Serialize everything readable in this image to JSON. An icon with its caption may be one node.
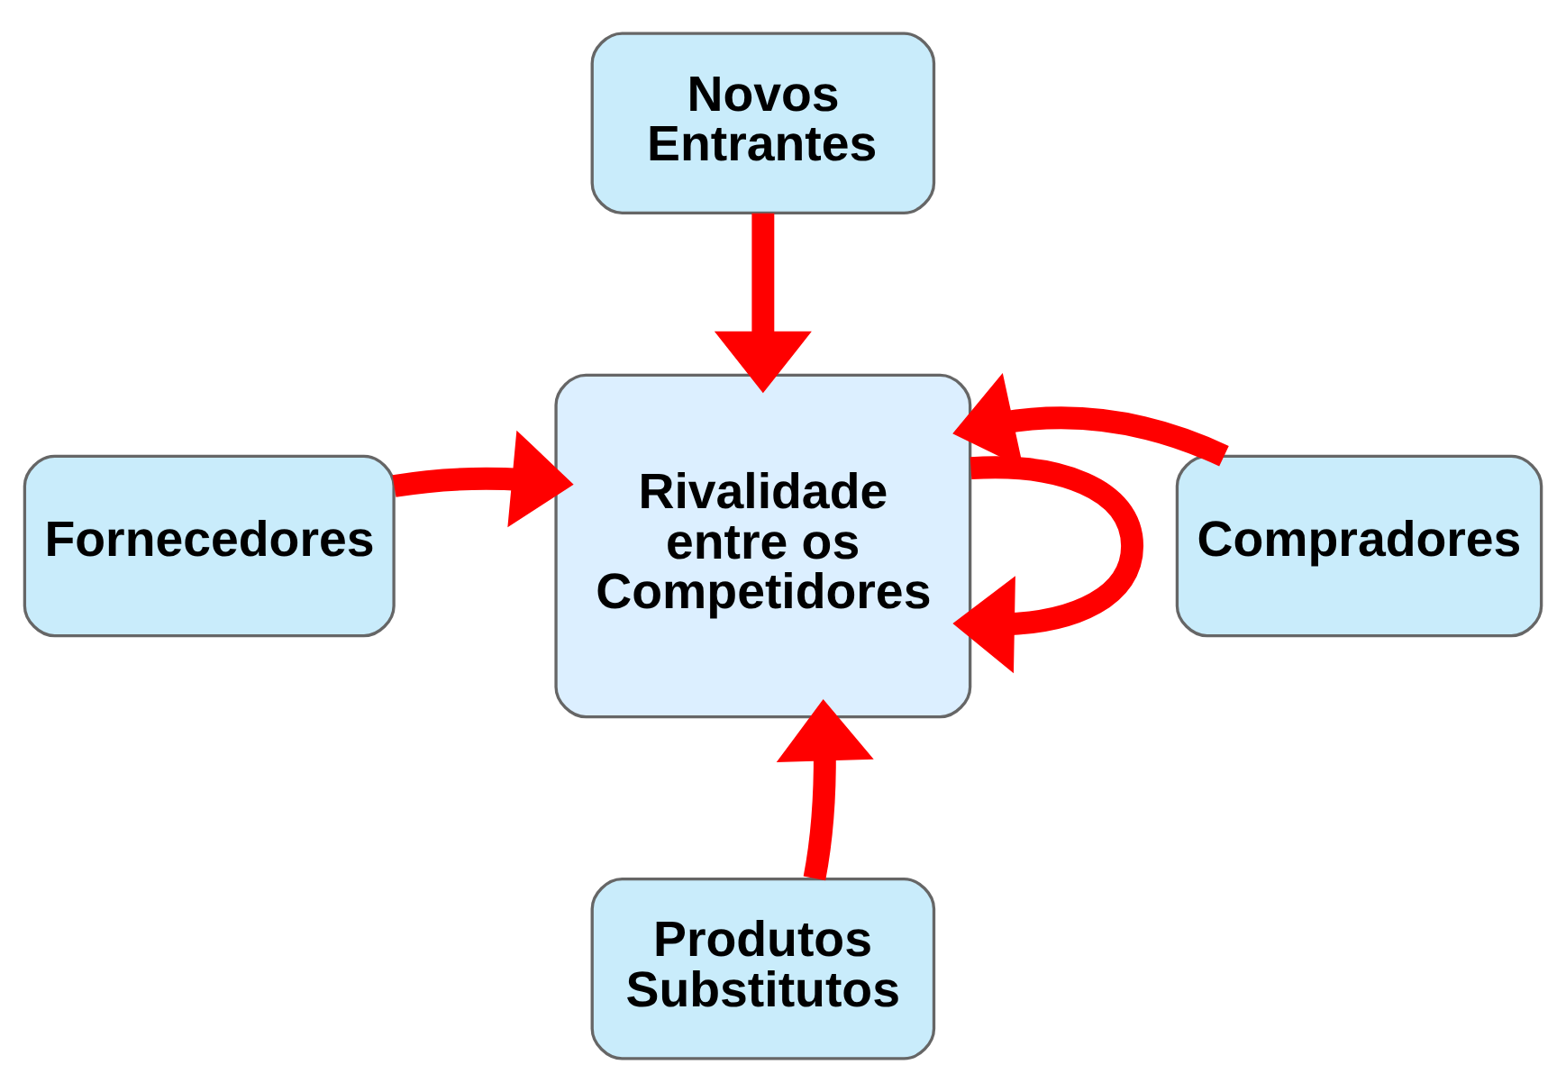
{
  "diagram": {
    "nodes": [
      {
        "text": [
          "Novos Entrantes"
        ]
      },
      {
        "text": [
          "Fornecedores"
        ]
      },
      {
        "text": [
          "Rivalidade entre os Competidores"
        ]
      },
      {
        "text": [
          "Compradores"
        ]
      },
      {
        "text": [
          "Produtos Substitutos"
        ]
      }
    ],
    "edges": [
      {
        "from": 0,
        "to": 2,
        "arrow": "to"
      },
      {
        "from": 1,
        "to": 2,
        "arrow": "to"
      },
      {
        "from": 3,
        "to": 2,
        "arrow": "to"
      },
      {
        "from": 4,
        "to": 2,
        "arrow": "to"
      },
      {
        "from": 2,
        "to": 2,
        "arrow": "to"
      }
    ]
  }
}
